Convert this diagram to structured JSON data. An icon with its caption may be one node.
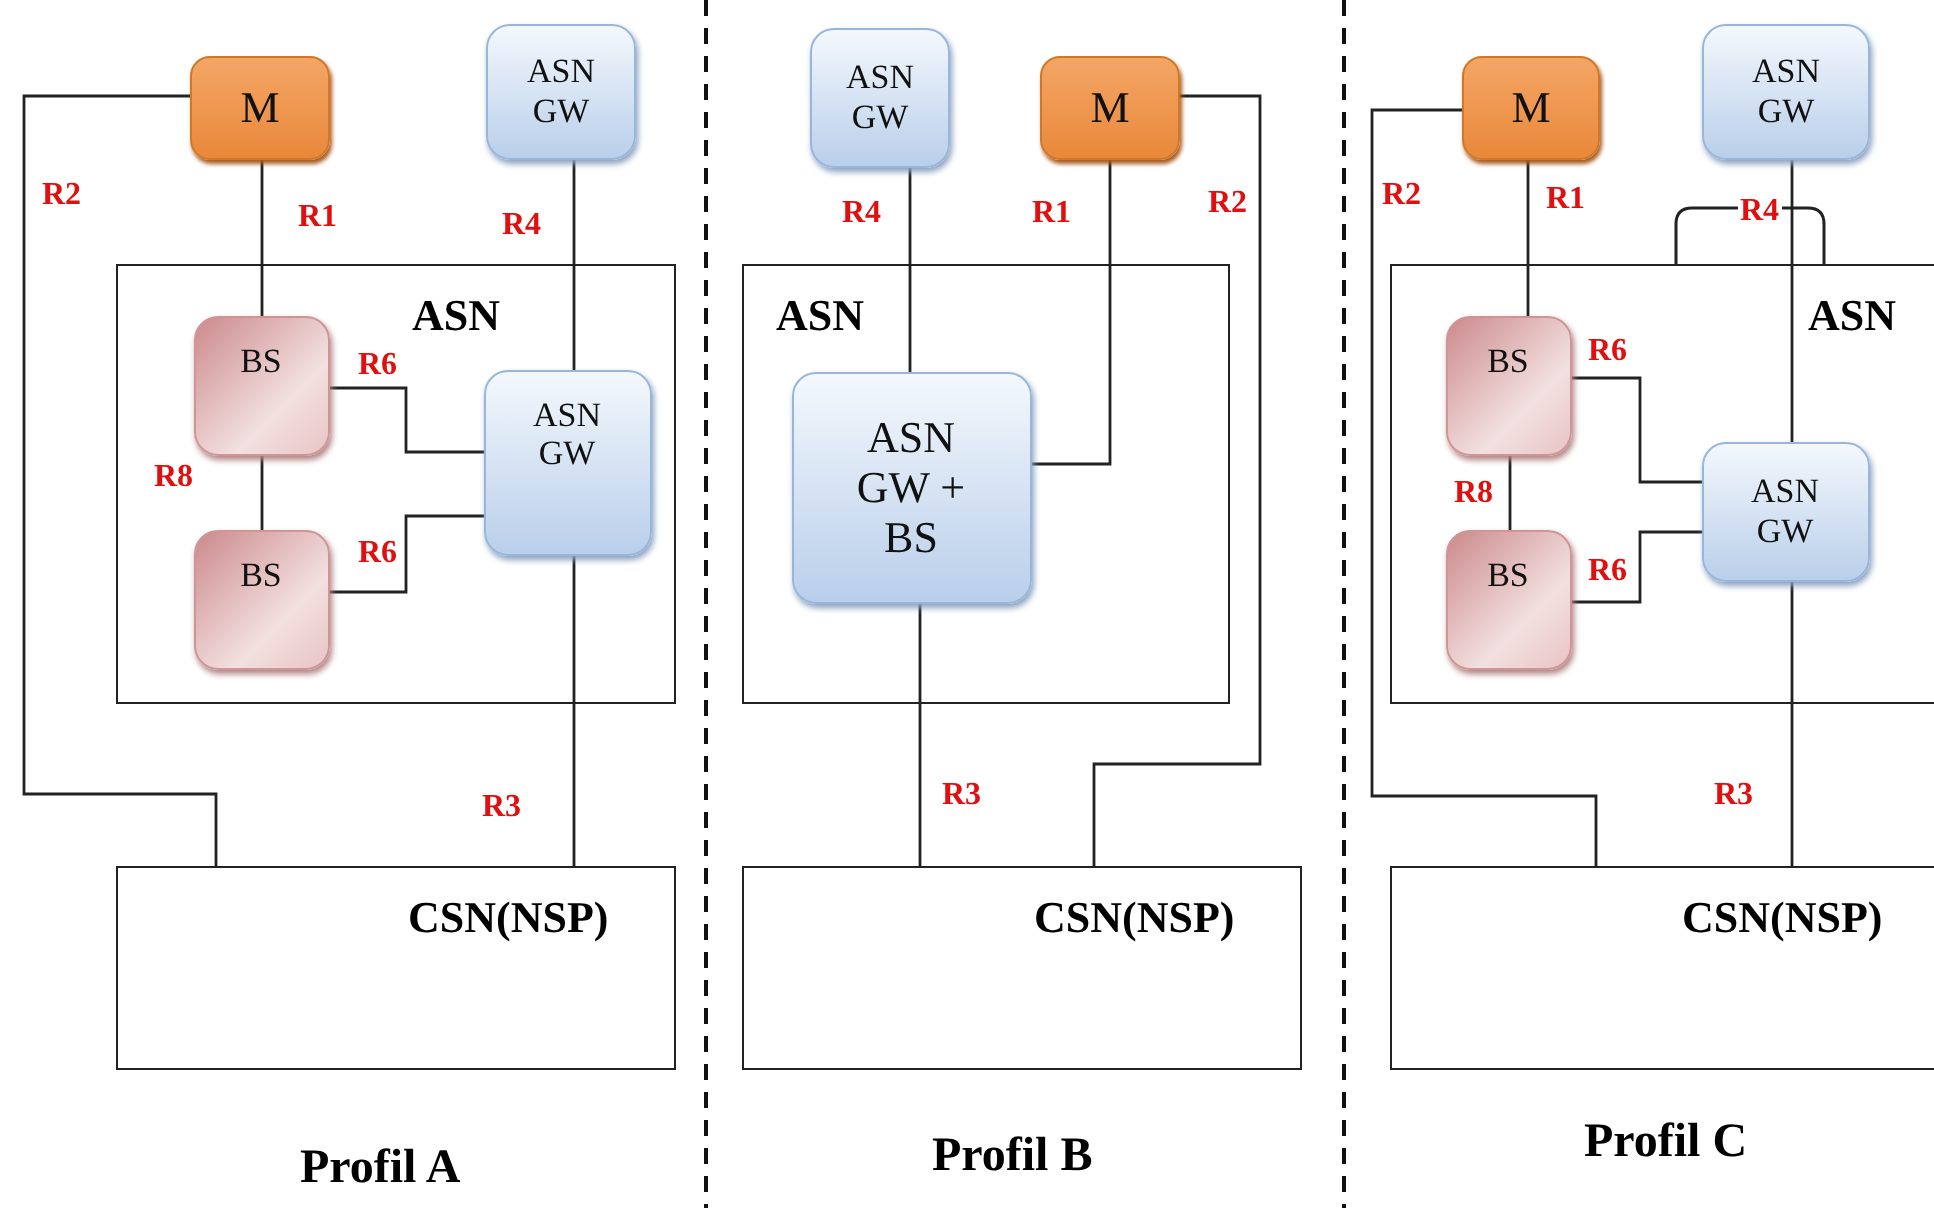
{
  "diagram": {
    "nodes": [
      {
        "text": [
          "M"
        ]
      },
      {
        "text": [
          "ASN GW"
        ]
      },
      {
        "text": [
          "ASN"
        ]
      },
      {
        "text": [
          "BS"
        ],
        "in": 2
      },
      {
        "text": [
          "ASN GW"
        ],
        "in": 2
      },
      {
        "text": [
          "BS"
        ],
        "in": 2
      },
      {
        "text": [
          "CSN(NSP)"
        ]
      },
      {
        "text": [
          "ASN GW"
        ]
      },
      {
        "text": [
          "M"
        ]
      },
      {
        "text": [
          "ASN"
        ]
      },
      {
        "text": [
          "ASN GW + BS"
        ],
        "in": 9
      },
      {
        "text": [
          "CSN(NSP)"
        ]
      },
      {
        "text": [
          "M"
        ]
      },
      {
        "text": [
          "ASN GW"
        ]
      },
      {
        "text": [
          "ASN"
        ]
      },
      {
        "text": [
          "BS"
        ],
        "in": 14
      },
      {
        "text": [
          "ASN GW"
        ],
        "in": 14
      },
      {
        "text": [
          "BS"
        ],
        "in": 14
      },
      {
        "text": [
          "CSN(NSP)"
        ]
      }
    ],
    "edges": [
      {
        "from": 0,
        "to": 3,
        "arrow": "none",
        "label": "R1"
      },
      {
        "from": 1,
        "to": 4,
        "arrow": "none",
        "label": "R4"
      },
      {
        "from": 3,
        "to": 4,
        "arrow": "none",
        "label": "R6"
      },
      {
        "from": 5,
        "to": 4,
        "arrow": "none",
        "label": "R6"
      },
      {
        "from": 3,
        "to": 5,
        "arrow": "none",
        "label": "R8"
      },
      {
        "from": 0,
        "to": 6,
        "arrow": "none",
        "label": "R2"
      },
      {
        "from": 4,
        "to": 6,
        "arrow": "none",
        "label": "R3"
      },
      {
        "from": 7,
        "to": 10,
        "arrow": "none",
        "label": "R4"
      },
      {
        "from": 8,
        "to": 10,
        "arrow": "none",
        "label": "R1"
      },
      {
        "from": 8,
        "to": 11,
        "arrow": "none",
        "label": "R2"
      },
      {
        "from": 10,
        "to": 11,
        "arrow": "none",
        "label": "R3"
      },
      {
        "from": 12,
        "to": 15,
        "arrow": "none",
        "label": "R1"
      },
      {
        "from": 13,
        "to": 16,
        "arrow": "none",
        "label": "R4"
      },
      {
        "from": 15,
        "to": 16,
        "arrow": "none",
        "label": "R6"
      },
      {
        "from": 17,
        "to": 16,
        "arrow": "none",
        "label": "R6"
      },
      {
        "from": 15,
        "to": 17,
        "arrow": "none",
        "label": "R8"
      },
      {
        "from": 12,
        "to": 18,
        "arrow": "none",
        "label": "R2"
      },
      {
        "from": 16,
        "to": 18,
        "arrow": "none",
        "label": "R3"
      }
    ],
    "labels": [
      "Profil A",
      "Profil B",
      "Profil C"
    ]
  }
}
